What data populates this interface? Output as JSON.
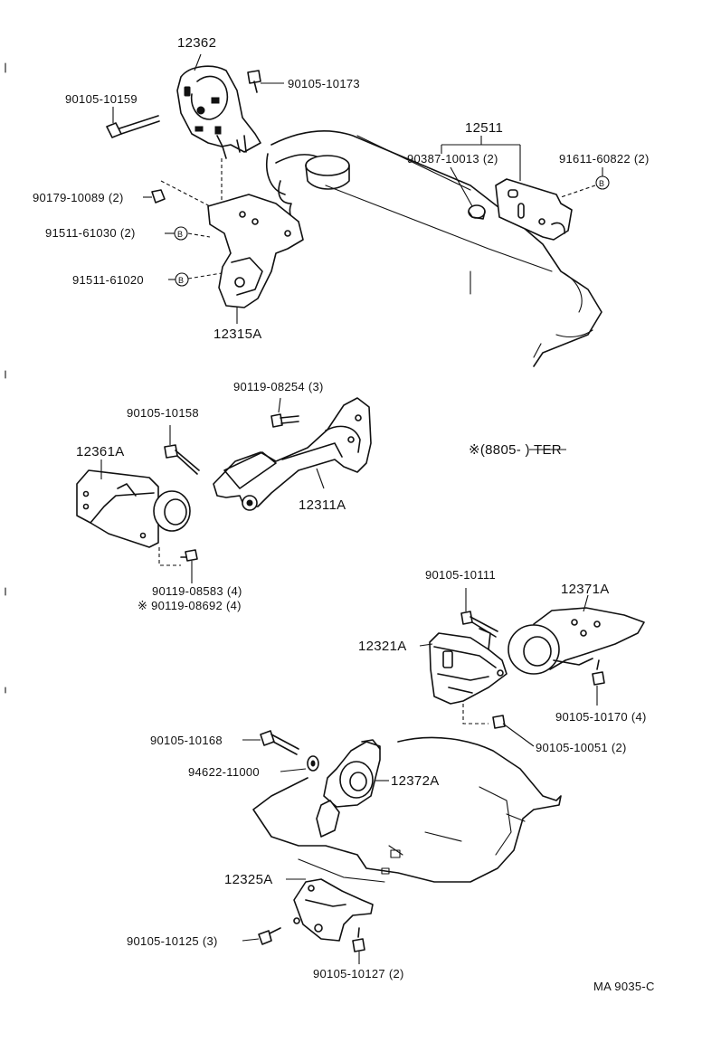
{
  "labels": {
    "p12362": "12362",
    "p90105_10173": "90105-10173",
    "p90105_10159": "90105-10159",
    "p90179_10089": "90179-10089 (2)",
    "p91511_61030": "91511-61030 (2)",
    "p91511_61020": "91511-61020",
    "p12315A": "12315A",
    "p12511": "12511",
    "p90387_10013": "90387-10013 (2)",
    "p91611_60822": "91611-60822 (2)",
    "p90119_08254": "90119-08254 (3)",
    "p90105_10158": "90105-10158",
    "p12361A": "12361A",
    "p12311A": "12311A",
    "p90119_08583": "90119-08583 (4)",
    "p90119_08692": "※ 90119-08692 (4)",
    "note_ter": "※(8805-        ) TER",
    "p90105_10111": "90105-10111",
    "p12371A": "12371A",
    "p12321A": "12321A",
    "p90105_10170": "90105-10170 (4)",
    "p90105_10051": "90105-10051 (2)",
    "p90105_10168": "90105-10168",
    "p94622_11000": "94622-11000",
    "p12372A": "12372A",
    "p12325A": "12325A",
    "p90105_10125": "90105-10125 (3)",
    "p90105_10127": "90105-10127 (2)",
    "ref_code": "MA  9035-C"
  },
  "callout_b": "B"
}
